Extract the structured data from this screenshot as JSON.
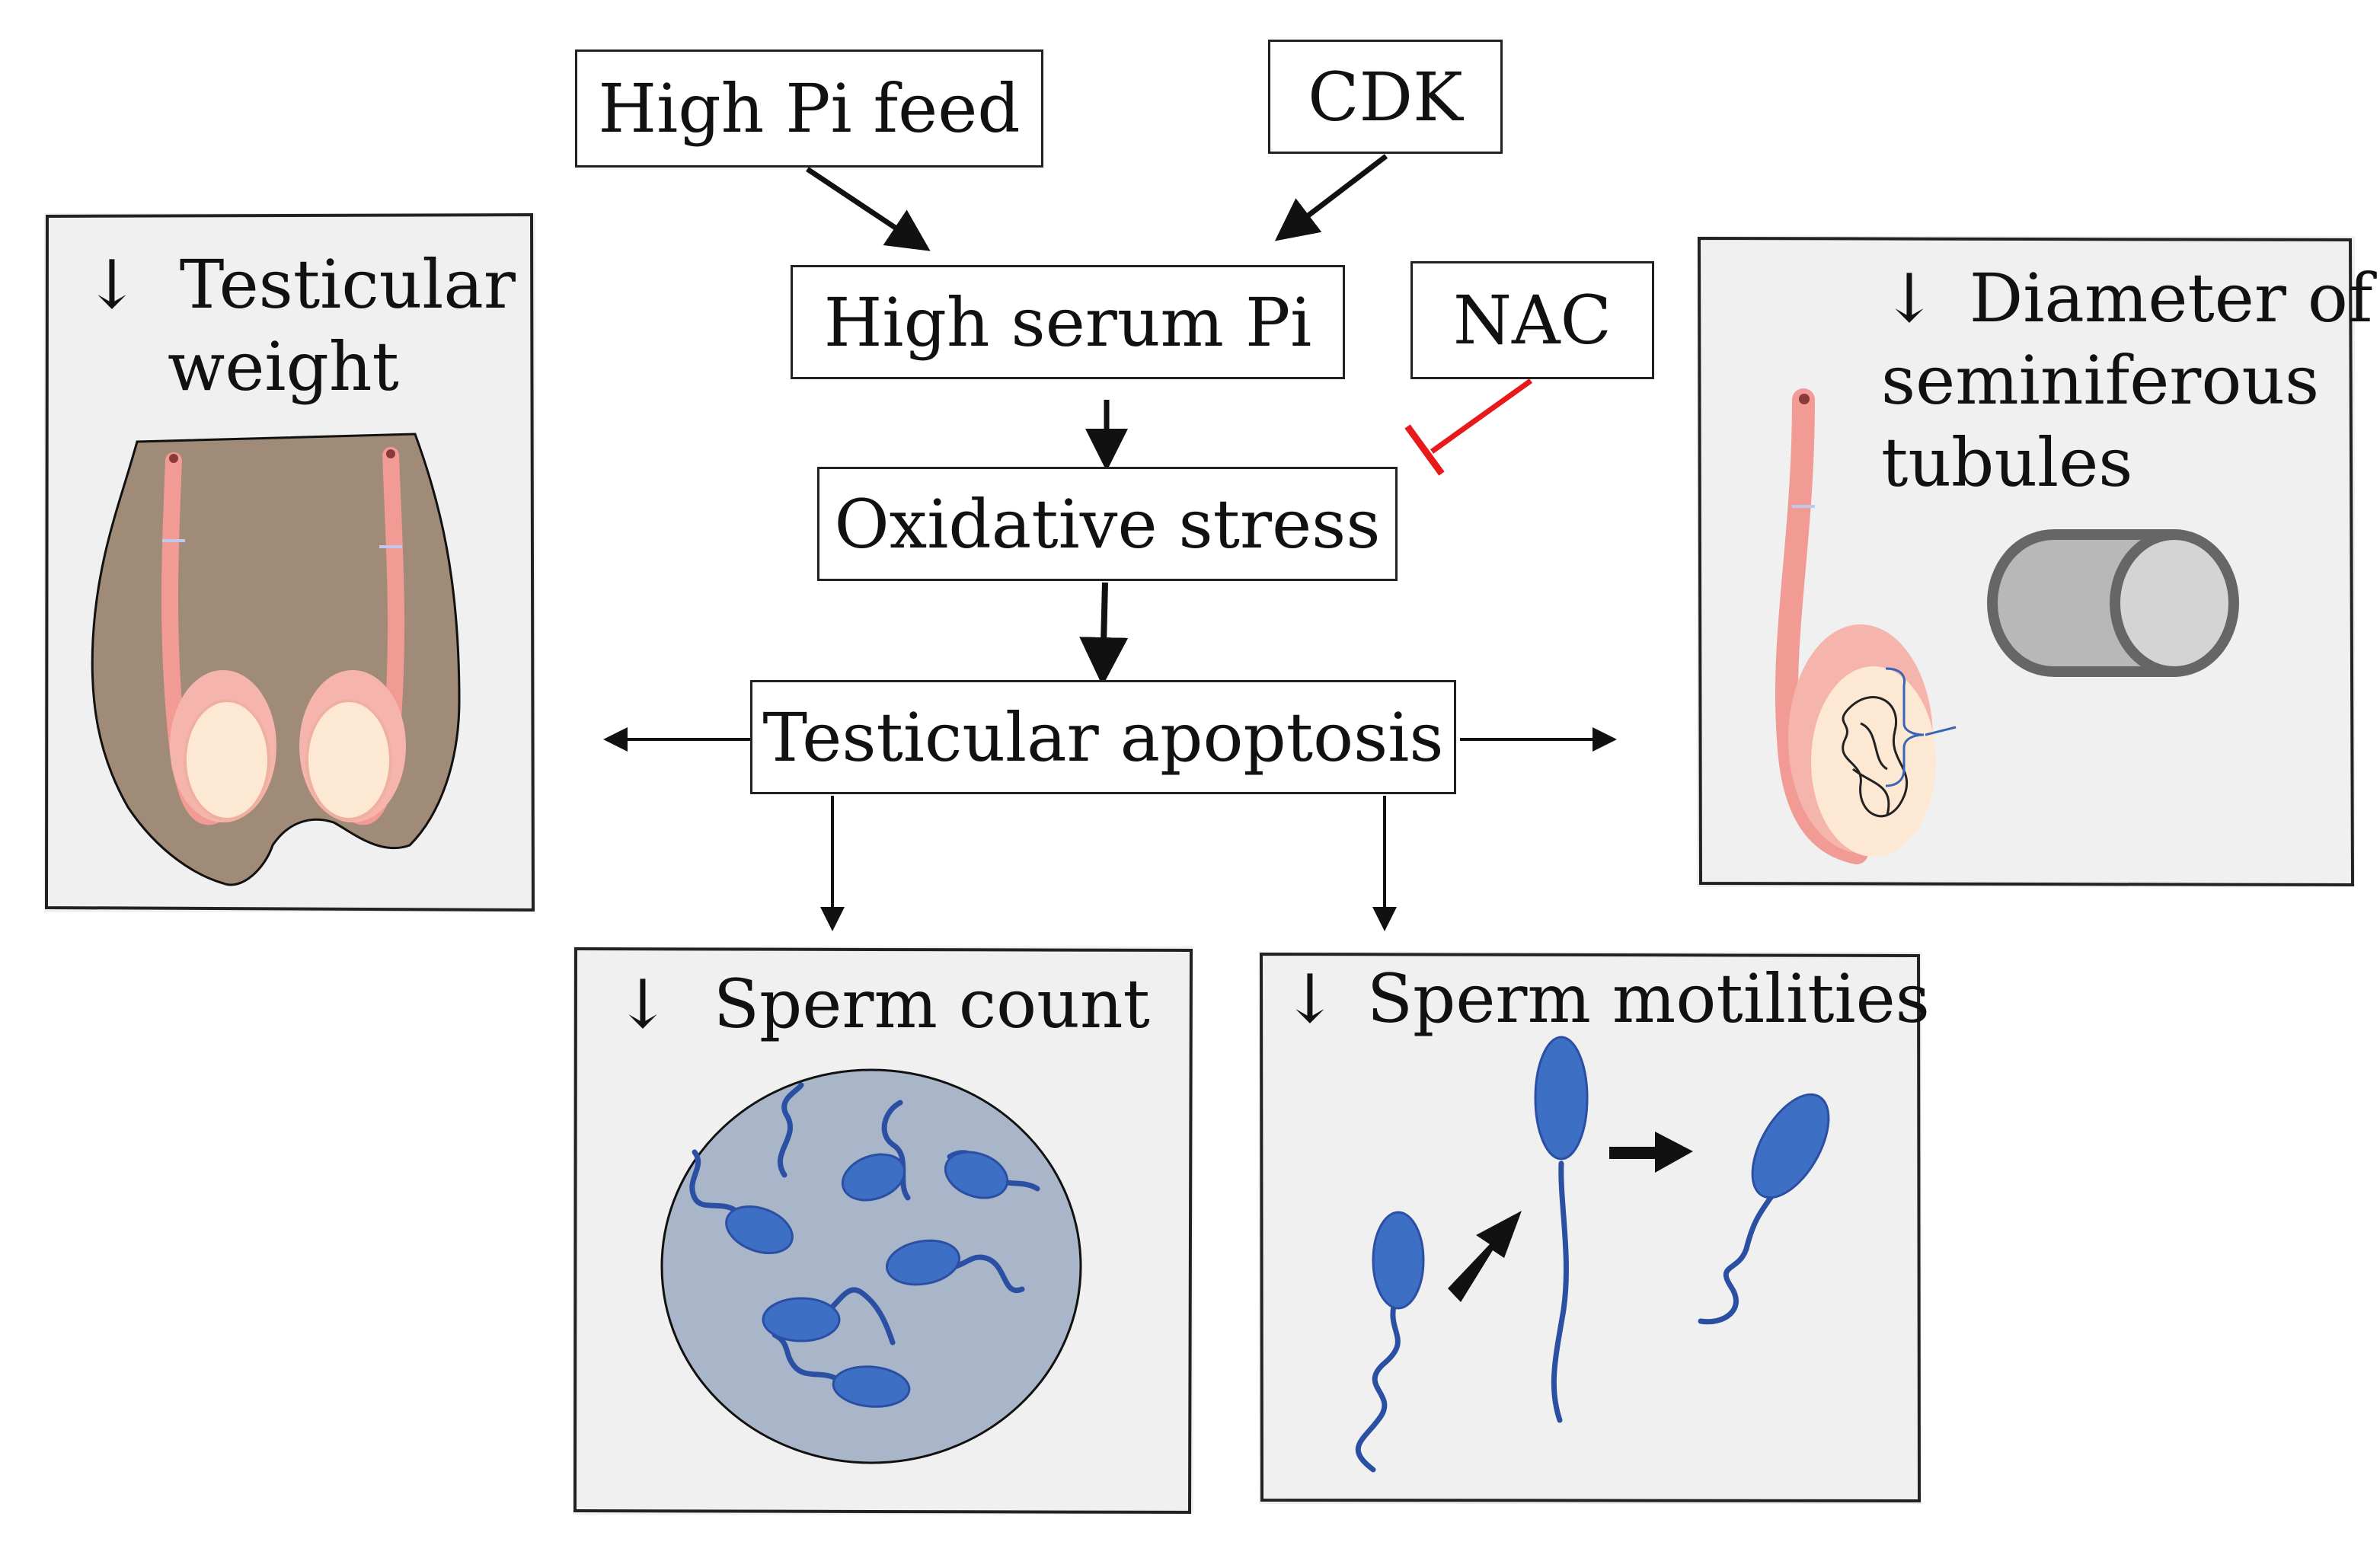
{
  "nodes": {
    "high_pi_feed": "High Pi feed",
    "cdk": "CDK",
    "high_serum_pi": "High serum Pi",
    "nac": "NAC",
    "oxidative_stress": "Oxidative stress",
    "testicular_apoptosis": "Testicular apoptosis"
  },
  "panels": {
    "testicular_weight": {
      "arrow": "↓",
      "line1": "Testicular",
      "line2": "weight"
    },
    "diameter": {
      "arrow": "↓",
      "line1": "Diameter of",
      "line2": "seminiferous",
      "line3": "tubules"
    },
    "sperm_count": {
      "arrow": "↓",
      "label": "Sperm count"
    },
    "sperm_motilities": {
      "arrow": "↓",
      "label": "Sperm motilities"
    }
  },
  "colors": {
    "inhibition": "#e8191a",
    "sperm": "#3a64b4",
    "tissue": "#f29a94",
    "body": "#a08a78",
    "panel_bg": "#f0f0f0"
  }
}
